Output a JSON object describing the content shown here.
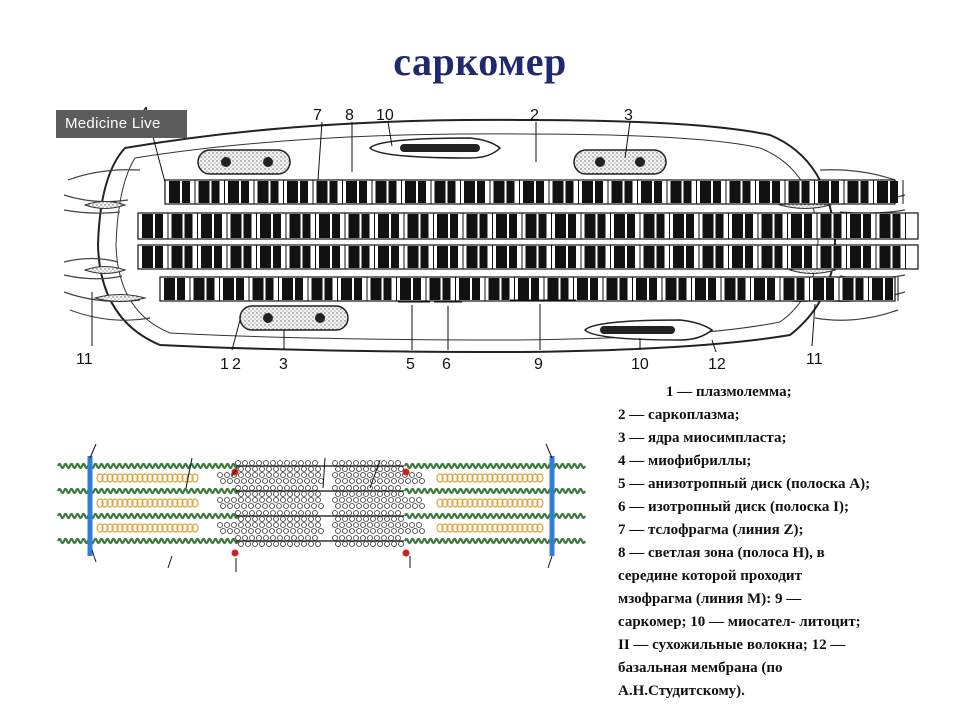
{
  "title": "саркомер",
  "watermark": "Medicine Live",
  "figure_labels": [
    "4",
    "7",
    "8",
    "10",
    "2",
    "3",
    "11",
    "1",
    "2",
    "3",
    "5",
    "6",
    "9",
    "10",
    "12",
    "11"
  ],
  "legend": [
    "1 — плазмолемма;",
    "2 — саркоплазма;",
    "3 — ядра миосимпласта;",
    "4 — миофибриллы;",
    "5 — анизотропный диск (полоска А);",
    "6 — изотропный диск (полоска I);",
    "7 — тслофрагма (линия Z);",
    "8 — светлая зона (полоса Н), в",
    "середине которой проходит",
    "мзофрагма (линия М): 9 —",
    "саркомер; 10 — миосател- литоцит;",
    "II — сухожильные волокна; 12 —",
    "базальная мембрана (по",
    "А.Н.Студитскому)."
  ],
  "colors": {
    "title": "#1f2a6e",
    "zline": "#2f7fd8",
    "titin_green": "#3d7a3d",
    "myosin_orange": "#e0a23a",
    "red_marker": "#cc2222"
  }
}
